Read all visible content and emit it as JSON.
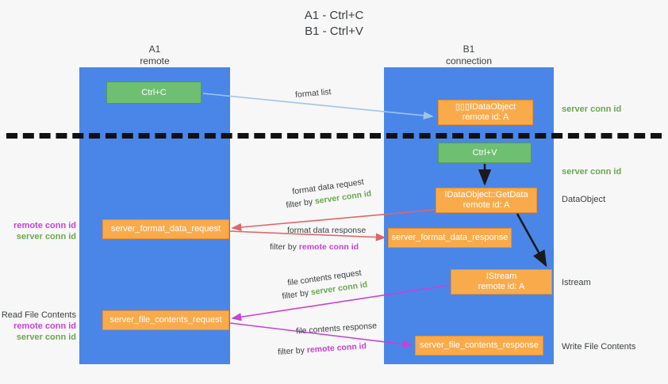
{
  "title": {
    "line1": "A1 - Ctrl+C",
    "line2": "B1 - Ctrl+V"
  },
  "lanes": [
    {
      "id": "a1",
      "name": "A1",
      "sub": "remote"
    },
    {
      "id": "b1",
      "name": "B1",
      "sub": "connection"
    }
  ],
  "boxes": {
    "ctrl_c": {
      "line1": "Ctrl+C"
    },
    "idataobject": {
      "line1": "▯▯▯IDataObject",
      "line2": "remote id: A"
    },
    "ctrl_v": {
      "line1": "Ctrl+V"
    },
    "getdata": {
      "line1": "IDataObject::GetData",
      "line2": "remote id: A"
    },
    "format_data_request": {
      "line1": "server_format_data_request"
    },
    "format_data_response": {
      "line1": "server_format_data_response"
    },
    "istream": {
      "line1": "IStream",
      "line2": "remote id: A"
    },
    "file_contents_request": {
      "line1": "server_file_contents_request"
    },
    "file_contents_response": {
      "line1": "server_file_contents_response"
    }
  },
  "captions": {
    "format_list": "format list",
    "format_data_request": "format data request",
    "format_data_request_filter_prefix": "filter by ",
    "format_data_request_filter_value": "server conn id",
    "format_data_response": "format data response",
    "format_data_response_filter_prefix": "filter by ",
    "format_data_response_filter_value": "remote conn id",
    "file_contents_request": "file contents request",
    "file_contents_request_filter_prefix": "filter by ",
    "file_contents_request_filter_value": "server conn id",
    "file_contents_response": "file contents response",
    "file_contents_response_filter_prefix": "filter by ",
    "file_contents_response_filter_value": "remote conn id"
  },
  "notes": {
    "server_conn_id_top": "server conn id",
    "server_conn_id_mid": "server conn id",
    "dataobject": "DataObject",
    "istream": "Istream",
    "write_file_contents": "Write File Contents",
    "read_file_contents": "Read File Contents",
    "remote_conn_id": "remote conn id",
    "server_conn_id": "server conn id"
  },
  "colors": {
    "lane": "#4a86e8",
    "orange": "#f9ab4b",
    "green_box": "#6fbf73",
    "green_text": "#6aa84f",
    "magenta_text": "#c742d6",
    "arrow_blue": "#9fc5e8",
    "arrow_red": "#e06666",
    "arrow_magenta": "#c742d6",
    "arrow_dark": "#1a1a1a",
    "background": "#f7f7f7"
  }
}
